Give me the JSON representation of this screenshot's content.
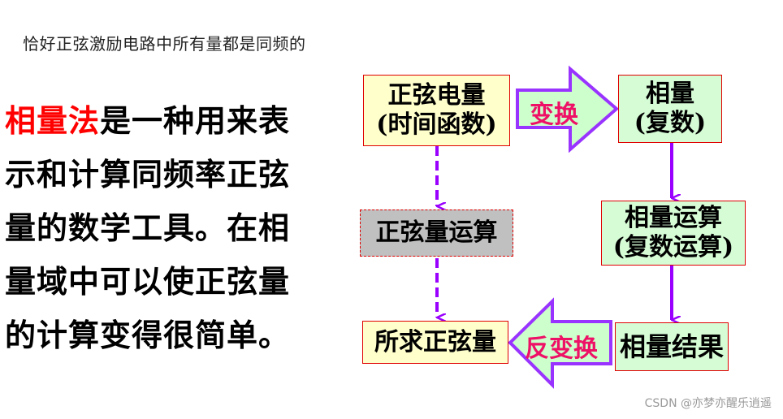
{
  "subtitle": "恰好正弦激励电路中所有量都是同频的",
  "paragraph": {
    "highlight": "相量法",
    "rest": "是一种用来表示和计算同频率正弦量的数学工具。在相量域中可以使正弦量的计算变得很简单。",
    "highlight_color": "#ff0000"
  },
  "diagram": {
    "nodes": {
      "sinusoid": {
        "line1": "正弦电量",
        "line2": "(时间函数)"
      },
      "phasor": {
        "line1": "相量",
        "line2": "(复数)"
      },
      "sinusoid_ops": {
        "line1": "正弦量运算"
      },
      "phasor_ops": {
        "line1": "相量运算",
        "line2": "(复数运算)"
      },
      "result_sinusoid": {
        "line1": "所求正弦量"
      },
      "phasor_result": {
        "line1": "相量结果"
      }
    },
    "arrows": {
      "transform": "变换",
      "inverse_transform": "反变换"
    },
    "colors": {
      "box_border": "#e00000",
      "yellow_fill": "#ffffcc",
      "green_fill": "#d6fcd6",
      "gray_fill": "#c0c0c0",
      "arrow_stroke": "#9933ff",
      "arrow_label": "#ee1166"
    }
  },
  "watermark": "CSDN @亦梦亦醒乐逍遥"
}
